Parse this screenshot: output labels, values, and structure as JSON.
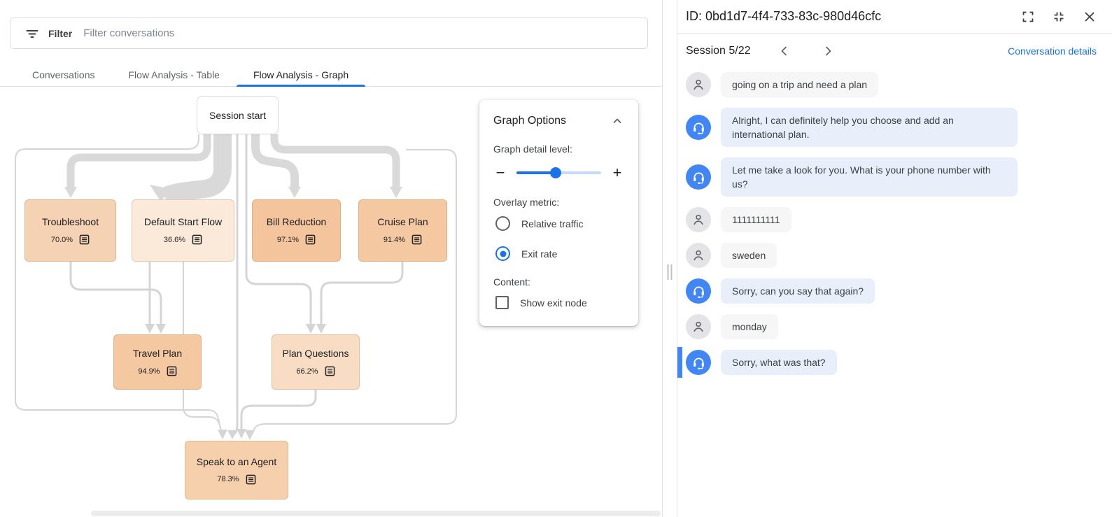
{
  "colors": {
    "accent_blue": "#1a73e8",
    "agent_avatar_blue": "#4285f4",
    "edge_gray": "#d9d9d9",
    "user_bubble": "#f6f6f7",
    "agent_bubble": "#e9eefb",
    "highlight_bar": "#4285f4"
  },
  "left": {
    "filter": {
      "label": "Filter",
      "placeholder": "Filter conversations"
    },
    "tabs": [
      {
        "label": "Conversations",
        "active": false
      },
      {
        "label": "Flow Analysis - Table",
        "active": false
      },
      {
        "label": "Flow Analysis - Graph",
        "active": true
      }
    ],
    "graph": {
      "overlay_metric_shown": "Exit rate",
      "nodes": [
        {
          "label": "Session start",
          "exit_rate": null,
          "fill": "#ffffff"
        },
        {
          "label": "Troubleshoot",
          "exit_rate": "70.0%",
          "fill": "#f5d2b3"
        },
        {
          "label": "Default Start Flow",
          "exit_rate": "36.6%",
          "fill": "#fbe9da"
        },
        {
          "label": "Bill Reduction",
          "exit_rate": "97.1%",
          "fill": "#f4c59c"
        },
        {
          "label": "Cruise Plan",
          "exit_rate": "91.4%",
          "fill": "#f4c8a1"
        },
        {
          "label": "Travel Plan",
          "exit_rate": "94.9%",
          "fill": "#f4c8a1"
        },
        {
          "label": "Plan Questions",
          "exit_rate": "66.2%",
          "fill": "#f8dcc3"
        },
        {
          "label": "Speak to an Agent",
          "exit_rate": "78.3%",
          "fill": "#f6cfad"
        }
      ]
    },
    "graph_options": {
      "title": "Graph Options",
      "detail_label": "Graph detail level:",
      "detail_level_percent": 46,
      "minus_glyph": "−",
      "plus_glyph": "+",
      "overlay_label": "Overlay metric:",
      "radios": [
        {
          "label": "Relative traffic",
          "selected": false
        },
        {
          "label": "Exit rate",
          "selected": true
        }
      ],
      "content_label": "Content:",
      "checkbox": {
        "label": "Show exit node",
        "checked": false
      }
    }
  },
  "right": {
    "id_header": "ID: 0bd1d7-4f4-733-83c-980d46cfc",
    "session_label": "Session 5/22",
    "details_link": "Conversation details",
    "messages": [
      {
        "role": "user",
        "text": "going on a trip and need a plan",
        "highlight": false
      },
      {
        "role": "agent",
        "text": "Alright, I can definitely help you choose and add an international plan.",
        "highlight": false
      },
      {
        "role": "agent",
        "text": "Let me take a look for you. What is your phone number with us?",
        "highlight": false
      },
      {
        "role": "user",
        "text": "1111111111",
        "highlight": false
      },
      {
        "role": "user",
        "text": "sweden",
        "highlight": false
      },
      {
        "role": "agent",
        "text": "Sorry, can you say that again?",
        "highlight": false
      },
      {
        "role": "user",
        "text": "monday",
        "highlight": false
      },
      {
        "role": "agent",
        "text": "Sorry, what was that?",
        "highlight": true
      }
    ]
  }
}
